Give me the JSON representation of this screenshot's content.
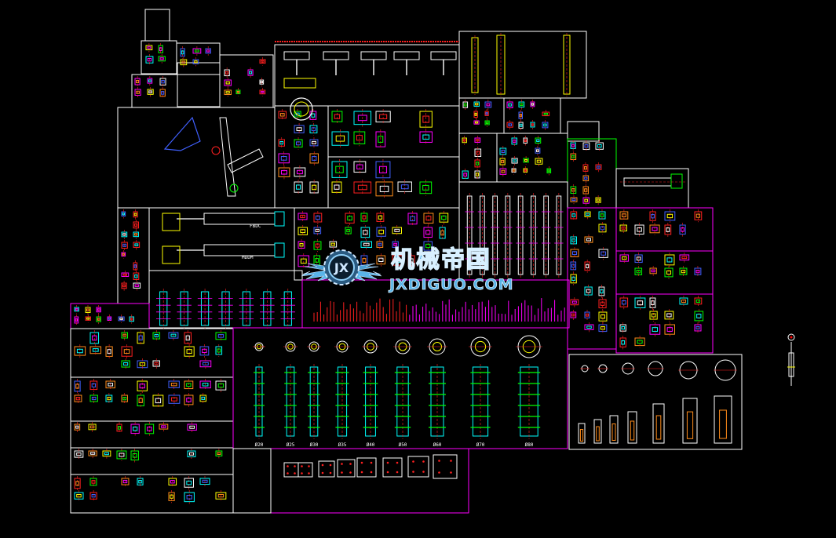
{
  "watermark": {
    "brand_cn": "机械帝国",
    "brand_en": "JXDIGUO.COM",
    "emblem_letters": "JX"
  },
  "labels": {
    "cylinder_a": "FBDC",
    "cylinder_b": "MDDM"
  },
  "flange_sizes": [
    "Ø20",
    "Ø25",
    "Ø30",
    "Ø35",
    "Ø40",
    "Ø50",
    "Ø60",
    "Ø70",
    "Ø80"
  ],
  "colors": {
    "background": "#000000",
    "frame_white": "#ffffff",
    "frame_magenta": "#ff00ff",
    "frame_green": "#00ff00",
    "cad_cyan": "#00ffff",
    "cad_yellow": "#ffff00",
    "cad_red": "#ff2020",
    "cad_orange": "#ff8c1a",
    "cad_blue": "#4060ff",
    "logo_blue": "#5ab4e8"
  },
  "icons": [
    "ucs-axis-icon",
    "gear-emblem-icon",
    "wing-icon"
  ]
}
